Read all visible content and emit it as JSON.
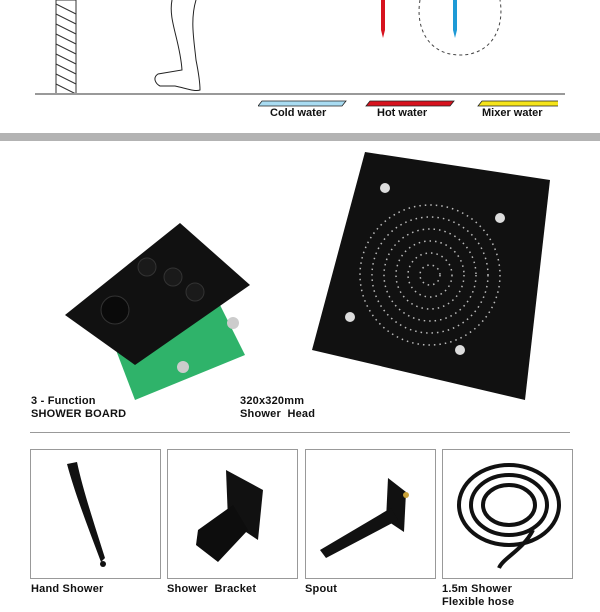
{
  "legend": [
    {
      "label": "Cold water",
      "color": "#a9dcf2"
    },
    {
      "label": "Hot water",
      "color": "#d7121e"
    },
    {
      "label": "Mixer water",
      "color": "#f5e41a"
    }
  ],
  "main_items": [
    {
      "line1": "3 - Function",
      "line2": "SHOWER BOARD"
    },
    {
      "line1": "320x320mm",
      "line2": "Shower  Head"
    }
  ],
  "accessories": [
    {
      "label": "Hand Shower"
    },
    {
      "label": "Shower  Bracket"
    },
    {
      "label": "Spout"
    },
    {
      "label": "1.5m Shower\nFlexible hose"
    }
  ]
}
